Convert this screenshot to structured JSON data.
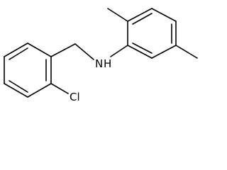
{
  "molecule": {
    "atoms": {
      "nitrogen": "N",
      "hydrogen": "H",
      "chlorine": "Cl"
    },
    "colors": {
      "bond": "#000000",
      "label": "#000000",
      "background": "#ffffff"
    }
  }
}
